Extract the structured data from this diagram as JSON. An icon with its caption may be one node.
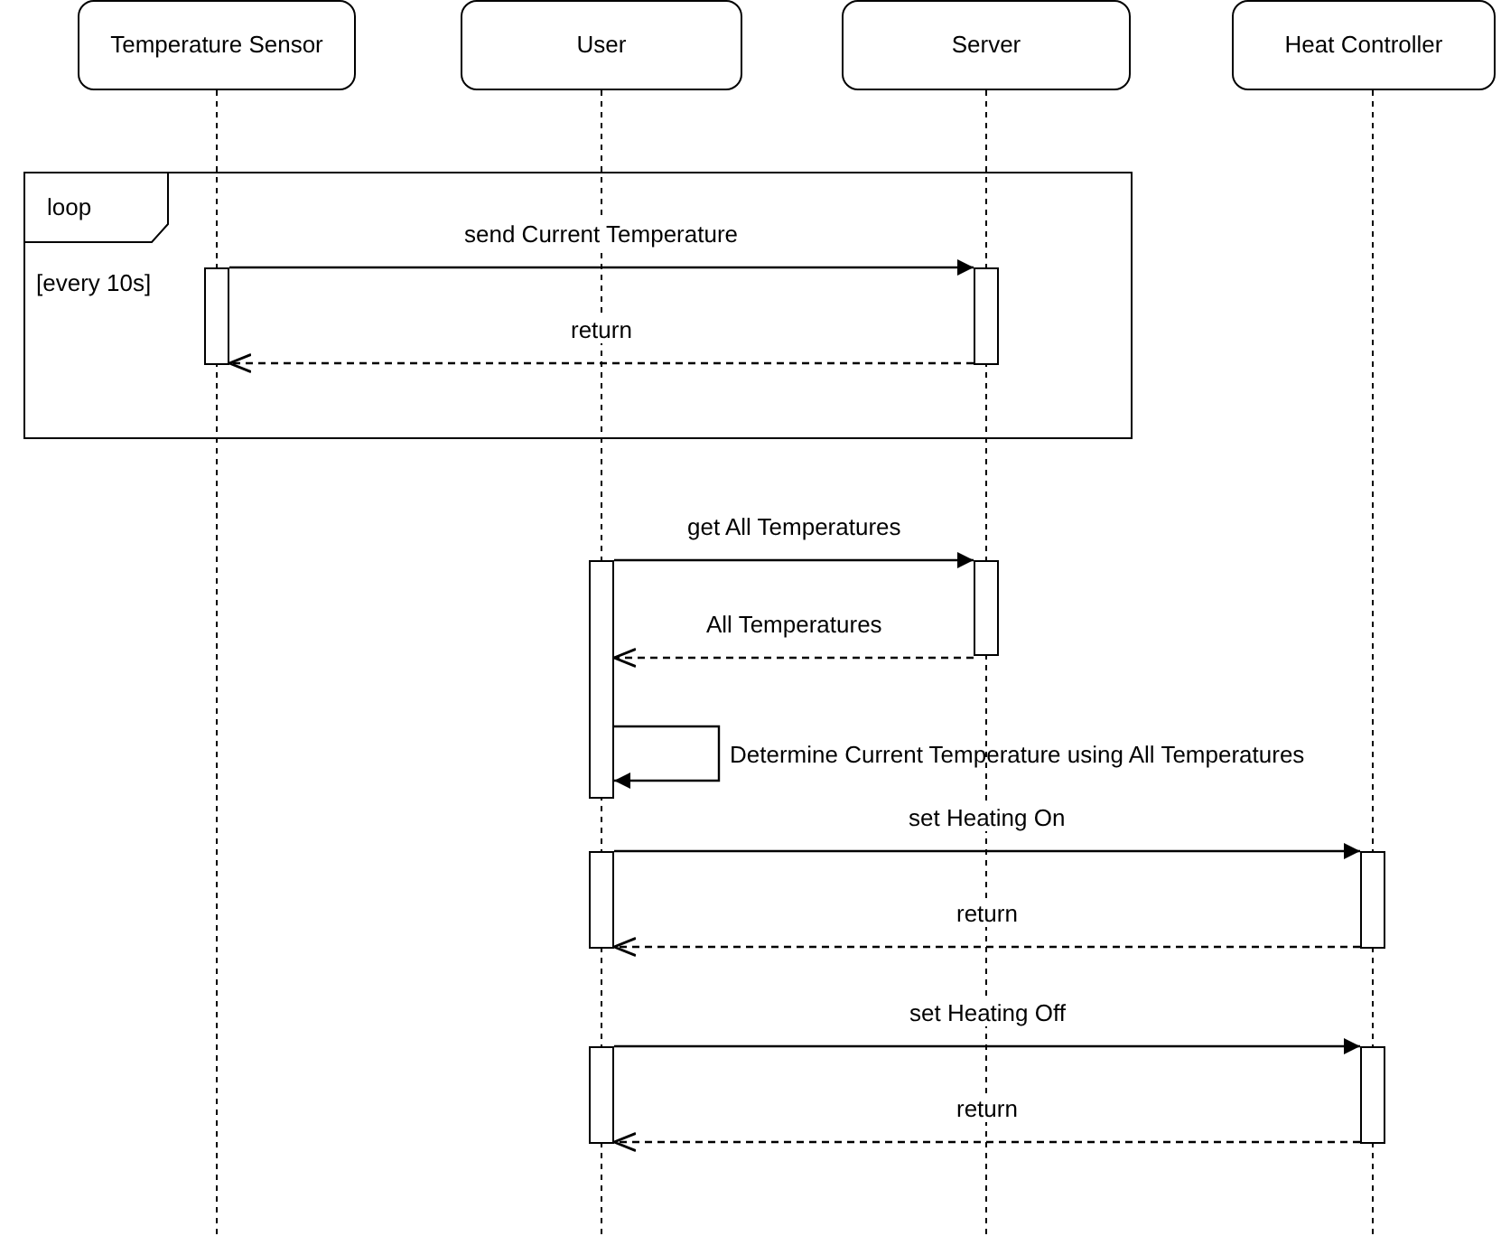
{
  "diagram": {
    "nodes": [
      {
        "text": [
          "Temperature Sensor"
        ]
      },
      {
        "text": [
          "User"
        ]
      },
      {
        "text": [
          "Server"
        ]
      },
      {
        "text": [
          "Heat Controller"
        ]
      },
      {
        "text": [
          "loop",
          "[every 10s]"
        ]
      },
      {
        "text": [],
        "shape": "bar",
        "in": 4
      },
      {
        "text": [],
        "shape": "bar",
        "in": 4
      },
      {
        "text": [],
        "shape": "bar"
      },
      {
        "text": [],
        "shape": "bar"
      },
      {
        "text": [],
        "shape": "bar"
      },
      {
        "text": [],
        "shape": "bar"
      },
      {
        "text": [],
        "shape": "bar"
      },
      {
        "text": [],
        "shape": "bar"
      }
    ],
    "edges": [
      {
        "from": 5,
        "to": 6,
        "arrow": "to",
        "label": "send Current Temperature"
      },
      {
        "from": 6,
        "to": 5,
        "arrow": "to",
        "label": "return",
        "style": "dashed"
      },
      {
        "from": 7,
        "to": 8,
        "arrow": "to",
        "label": "get All Temperatures"
      },
      {
        "from": 8,
        "to": 7,
        "arrow": "to",
        "label": "All Temperatures",
        "style": "dashed"
      },
      {
        "from": 7,
        "to": 7,
        "arrow": "to",
        "label": "Determine Current Temperature using All Temperatures"
      },
      {
        "from": 9,
        "to": 10,
        "arrow": "to",
        "label": "set Heating On"
      },
      {
        "from": 10,
        "to": 9,
        "arrow": "to",
        "label": "return",
        "style": "dashed"
      },
      {
        "from": 11,
        "to": 12,
        "arrow": "to",
        "label": "set Heating Off"
      },
      {
        "from": 12,
        "to": 11,
        "arrow": "to",
        "label": "return",
        "style": "dashed"
      }
    ]
  }
}
